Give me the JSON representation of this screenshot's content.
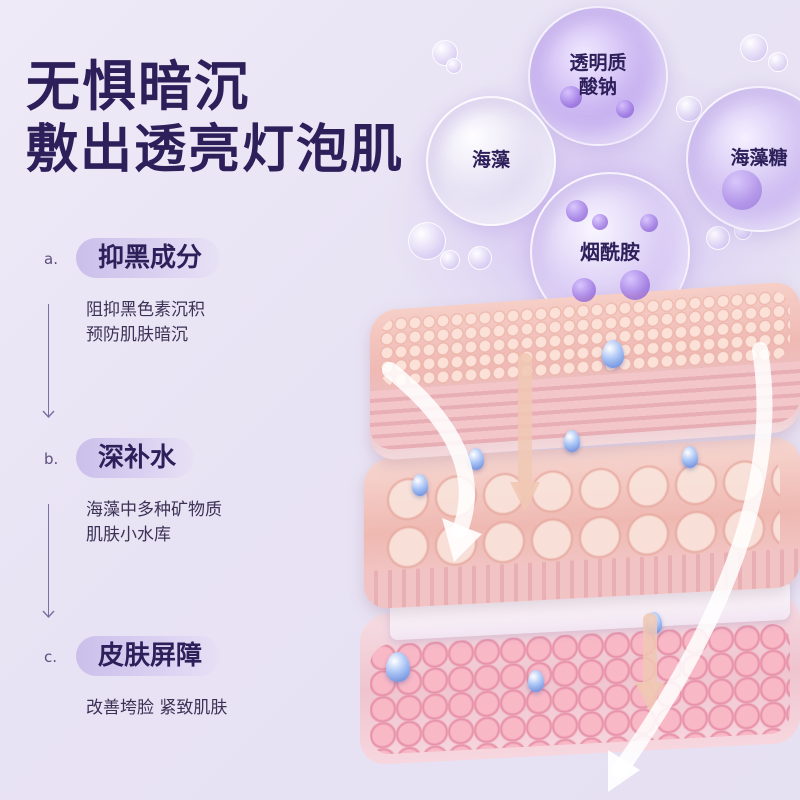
{
  "headline": {
    "line1": "无惧暗沉",
    "line2": "敷出透亮灯泡肌"
  },
  "features": [
    {
      "letter": "a.",
      "title": "抑黑成分",
      "desc": [
        "阻抑黑色素沉积",
        "预防肌肤暗沉"
      ]
    },
    {
      "letter": "b.",
      "title": "深补水",
      "desc": [
        "海藻中多种矿物质",
        "肌肤小水库"
      ]
    },
    {
      "letter": "c.",
      "title": "皮肤屏障",
      "desc": [
        "改善垮脸 紧致肌肤"
      ]
    }
  ],
  "ingredients": {
    "seaweed": "海藻",
    "hyaluronic": [
      "透明质",
      "酸钠"
    ],
    "seaweed_sugar": "海藻糖",
    "niacinamide": "烟酰胺"
  },
  "colors": {
    "background": "#ebe6f5",
    "headline": "#2d1f5a",
    "pill": "#cbbfea",
    "text": "#3b3256",
    "arrow_line": "#7b6fa3"
  },
  "icons": {
    "list_arrow": "arrow-down-icon"
  }
}
